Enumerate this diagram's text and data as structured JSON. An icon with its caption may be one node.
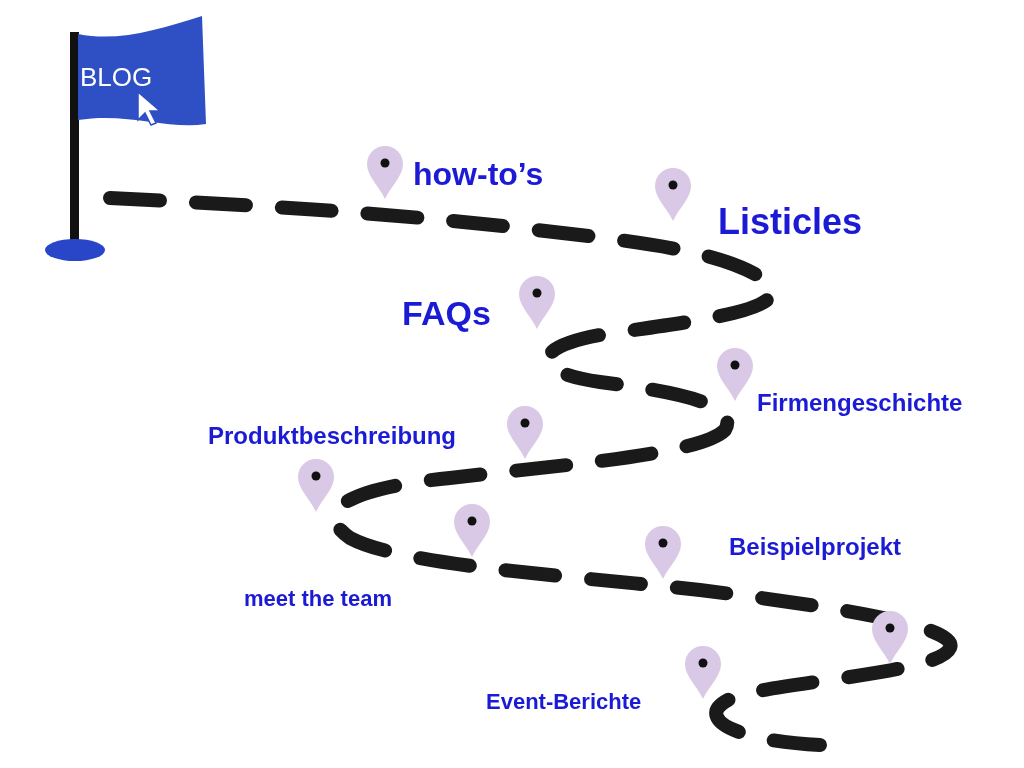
{
  "diagram": {
    "nodes": [
      {
        "text": [
          "BLOG"
        ]
      }
    ],
    "labels": [
      "how-to’s",
      "Listicles",
      "FAQs",
      "Firmengeschichte",
      "Produktbeschreibung",
      "Beispielprojekt",
      "meet the team",
      "Event-Berichte"
    ]
  }
}
